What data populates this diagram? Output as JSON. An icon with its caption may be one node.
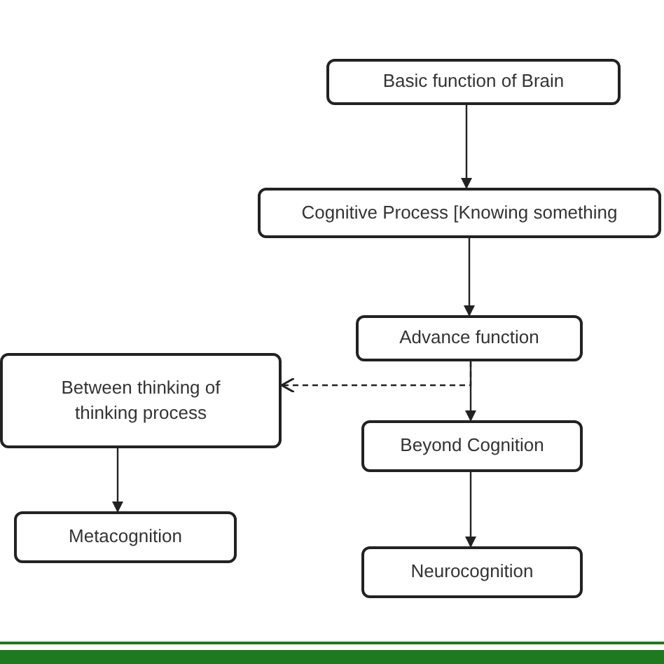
{
  "diagram": {
    "nodes": [
      {
        "text": [
          "Basic function of Brain"
        ]
      },
      {
        "text": [
          "Cognitive Process [Knowing something"
        ]
      },
      {
        "text": [
          "Advance function"
        ]
      },
      {
        "text": [
          "Between thinking of thinking process"
        ]
      },
      {
        "text": [
          "Beyond Cognition"
        ]
      },
      {
        "text": [
          "Metacognition"
        ]
      },
      {
        "text": [
          "Neurocognition"
        ]
      }
    ],
    "edges": [
      {
        "from": 0,
        "to": 1,
        "arrow": "to"
      },
      {
        "from": 1,
        "to": 2,
        "arrow": "to"
      },
      {
        "from": 2,
        "to": 4,
        "arrow": "to"
      },
      {
        "from": 2,
        "to": 3,
        "arrow": "to",
        "style": "dashed"
      },
      {
        "from": 3,
        "to": 5,
        "arrow": "to"
      },
      {
        "from": 4,
        "to": 6,
        "arrow": "to"
      }
    ]
  }
}
